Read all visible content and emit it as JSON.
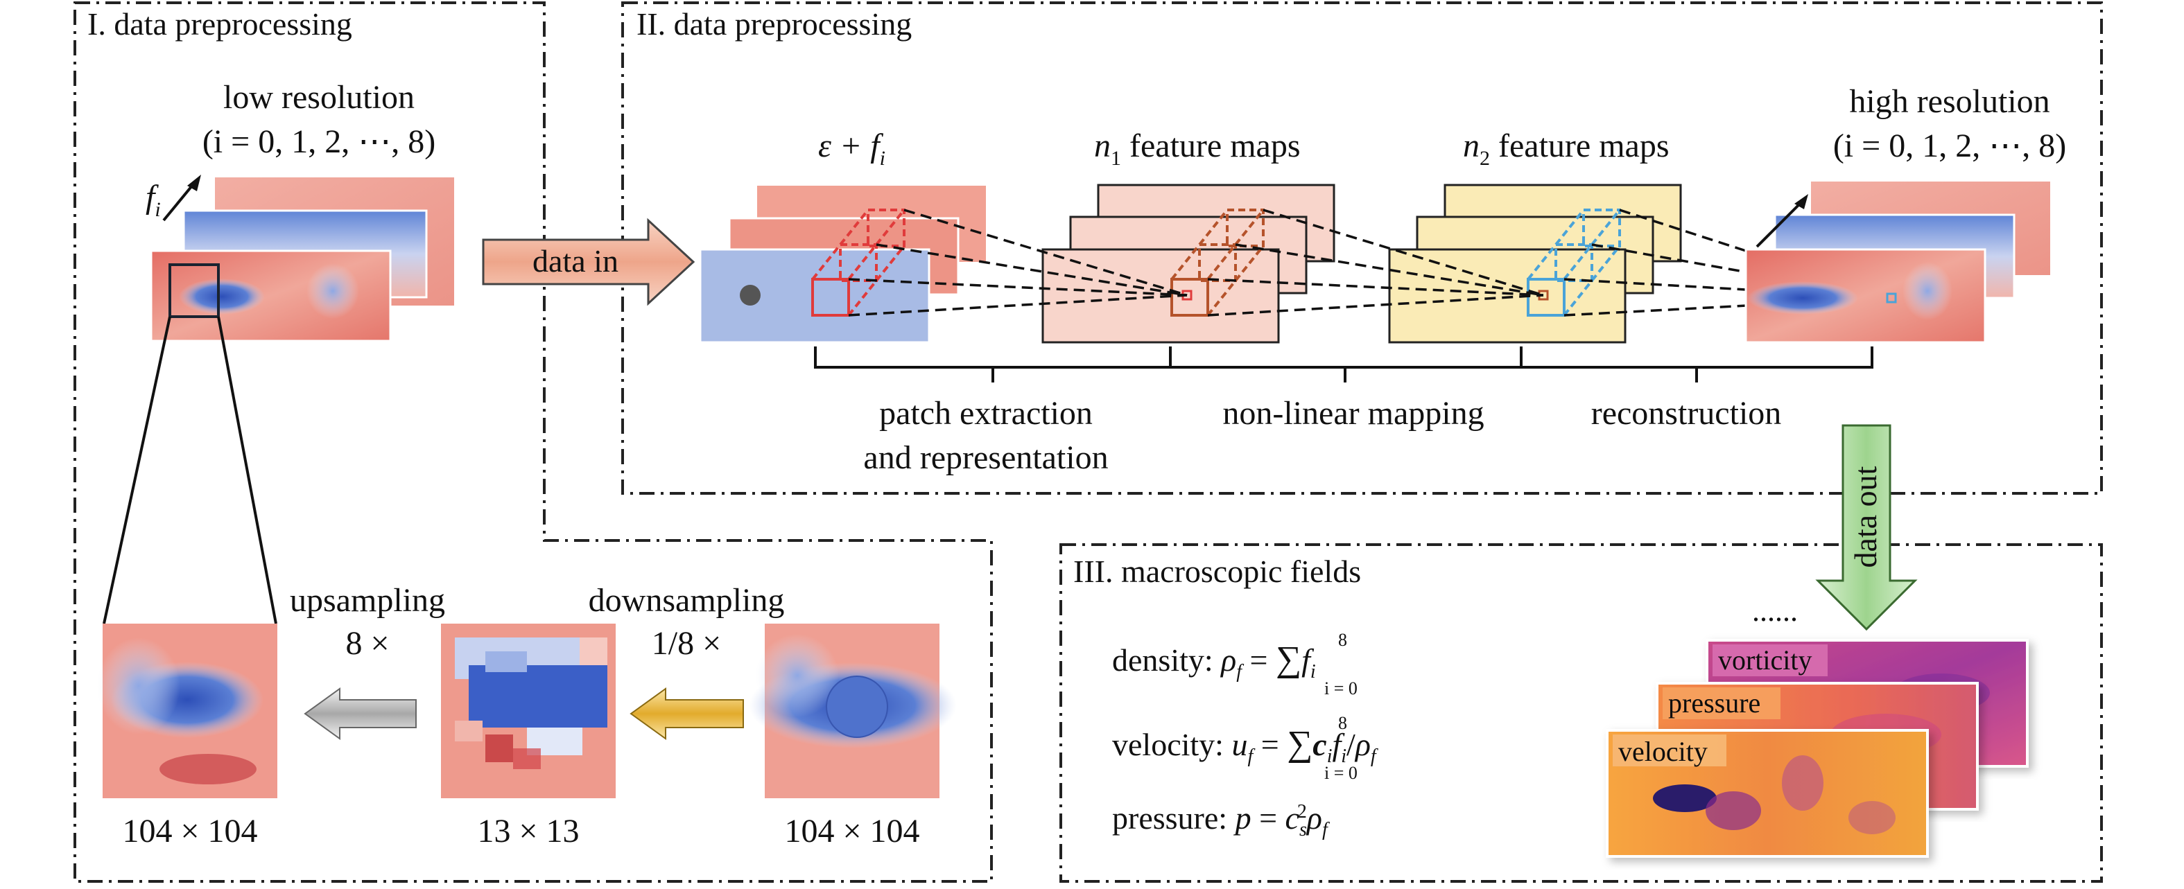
{
  "sections": {
    "s1_title": "I. data preprocessing",
    "s2_title": "II. data preprocessing",
    "s3_title": "III. macroscopic fields"
  },
  "stage1": {
    "low_res_line1": "low resolution",
    "low_res_line2": "(i = 0, 1, 2, ⋯, 8)",
    "f_label": "f",
    "f_sub": "i",
    "upsampling": "upsampling",
    "up_factor": "8 ×",
    "downsampling": "downsampling",
    "down_factor": "1/8 ×",
    "size_left": "104 × 104",
    "size_mid": "13 × 13",
    "size_right": "104 × 104"
  },
  "stage2": {
    "data_in": "data in",
    "input_label": "ε + f",
    "input_sub": "i",
    "n1_label": " feature maps",
    "n1_sym": "n",
    "n1_sub": "1",
    "n2_label": " feature maps",
    "n2_sym": "n",
    "n2_sub": "2",
    "high_res_line1": "high resolution",
    "high_res_line2": "(i = 0, 1, 2, ⋯, 8)",
    "step1_line1": "patch extraction",
    "step1_line2": "and representation",
    "step2": "non-linear mapping",
    "step3": "reconstruction",
    "data_out": "data out"
  },
  "stage3": {
    "density_label": "density: ",
    "velocity_label": "velocity: ",
    "pressure_label": "pressure: ",
    "sum_upper": "8",
    "sum_lower": "i = 0",
    "dots": "......",
    "card_vorticity": "vorticity",
    "card_pressure": "pressure",
    "card_velocity": "velocity"
  },
  "colors": {
    "red_field": "#e0675f",
    "blue_field": "#3f6fcd",
    "input_blue": "#a9bce6",
    "n1_fill": "#f7d2c8",
    "n2_fill": "#faeab5",
    "arrow_in": "#f2b79f",
    "arrow_out": "#a7d99a",
    "patch_red": "#e03b3b",
    "patch_brown": "#b5532b",
    "patch_blue": "#4aa3d8"
  }
}
